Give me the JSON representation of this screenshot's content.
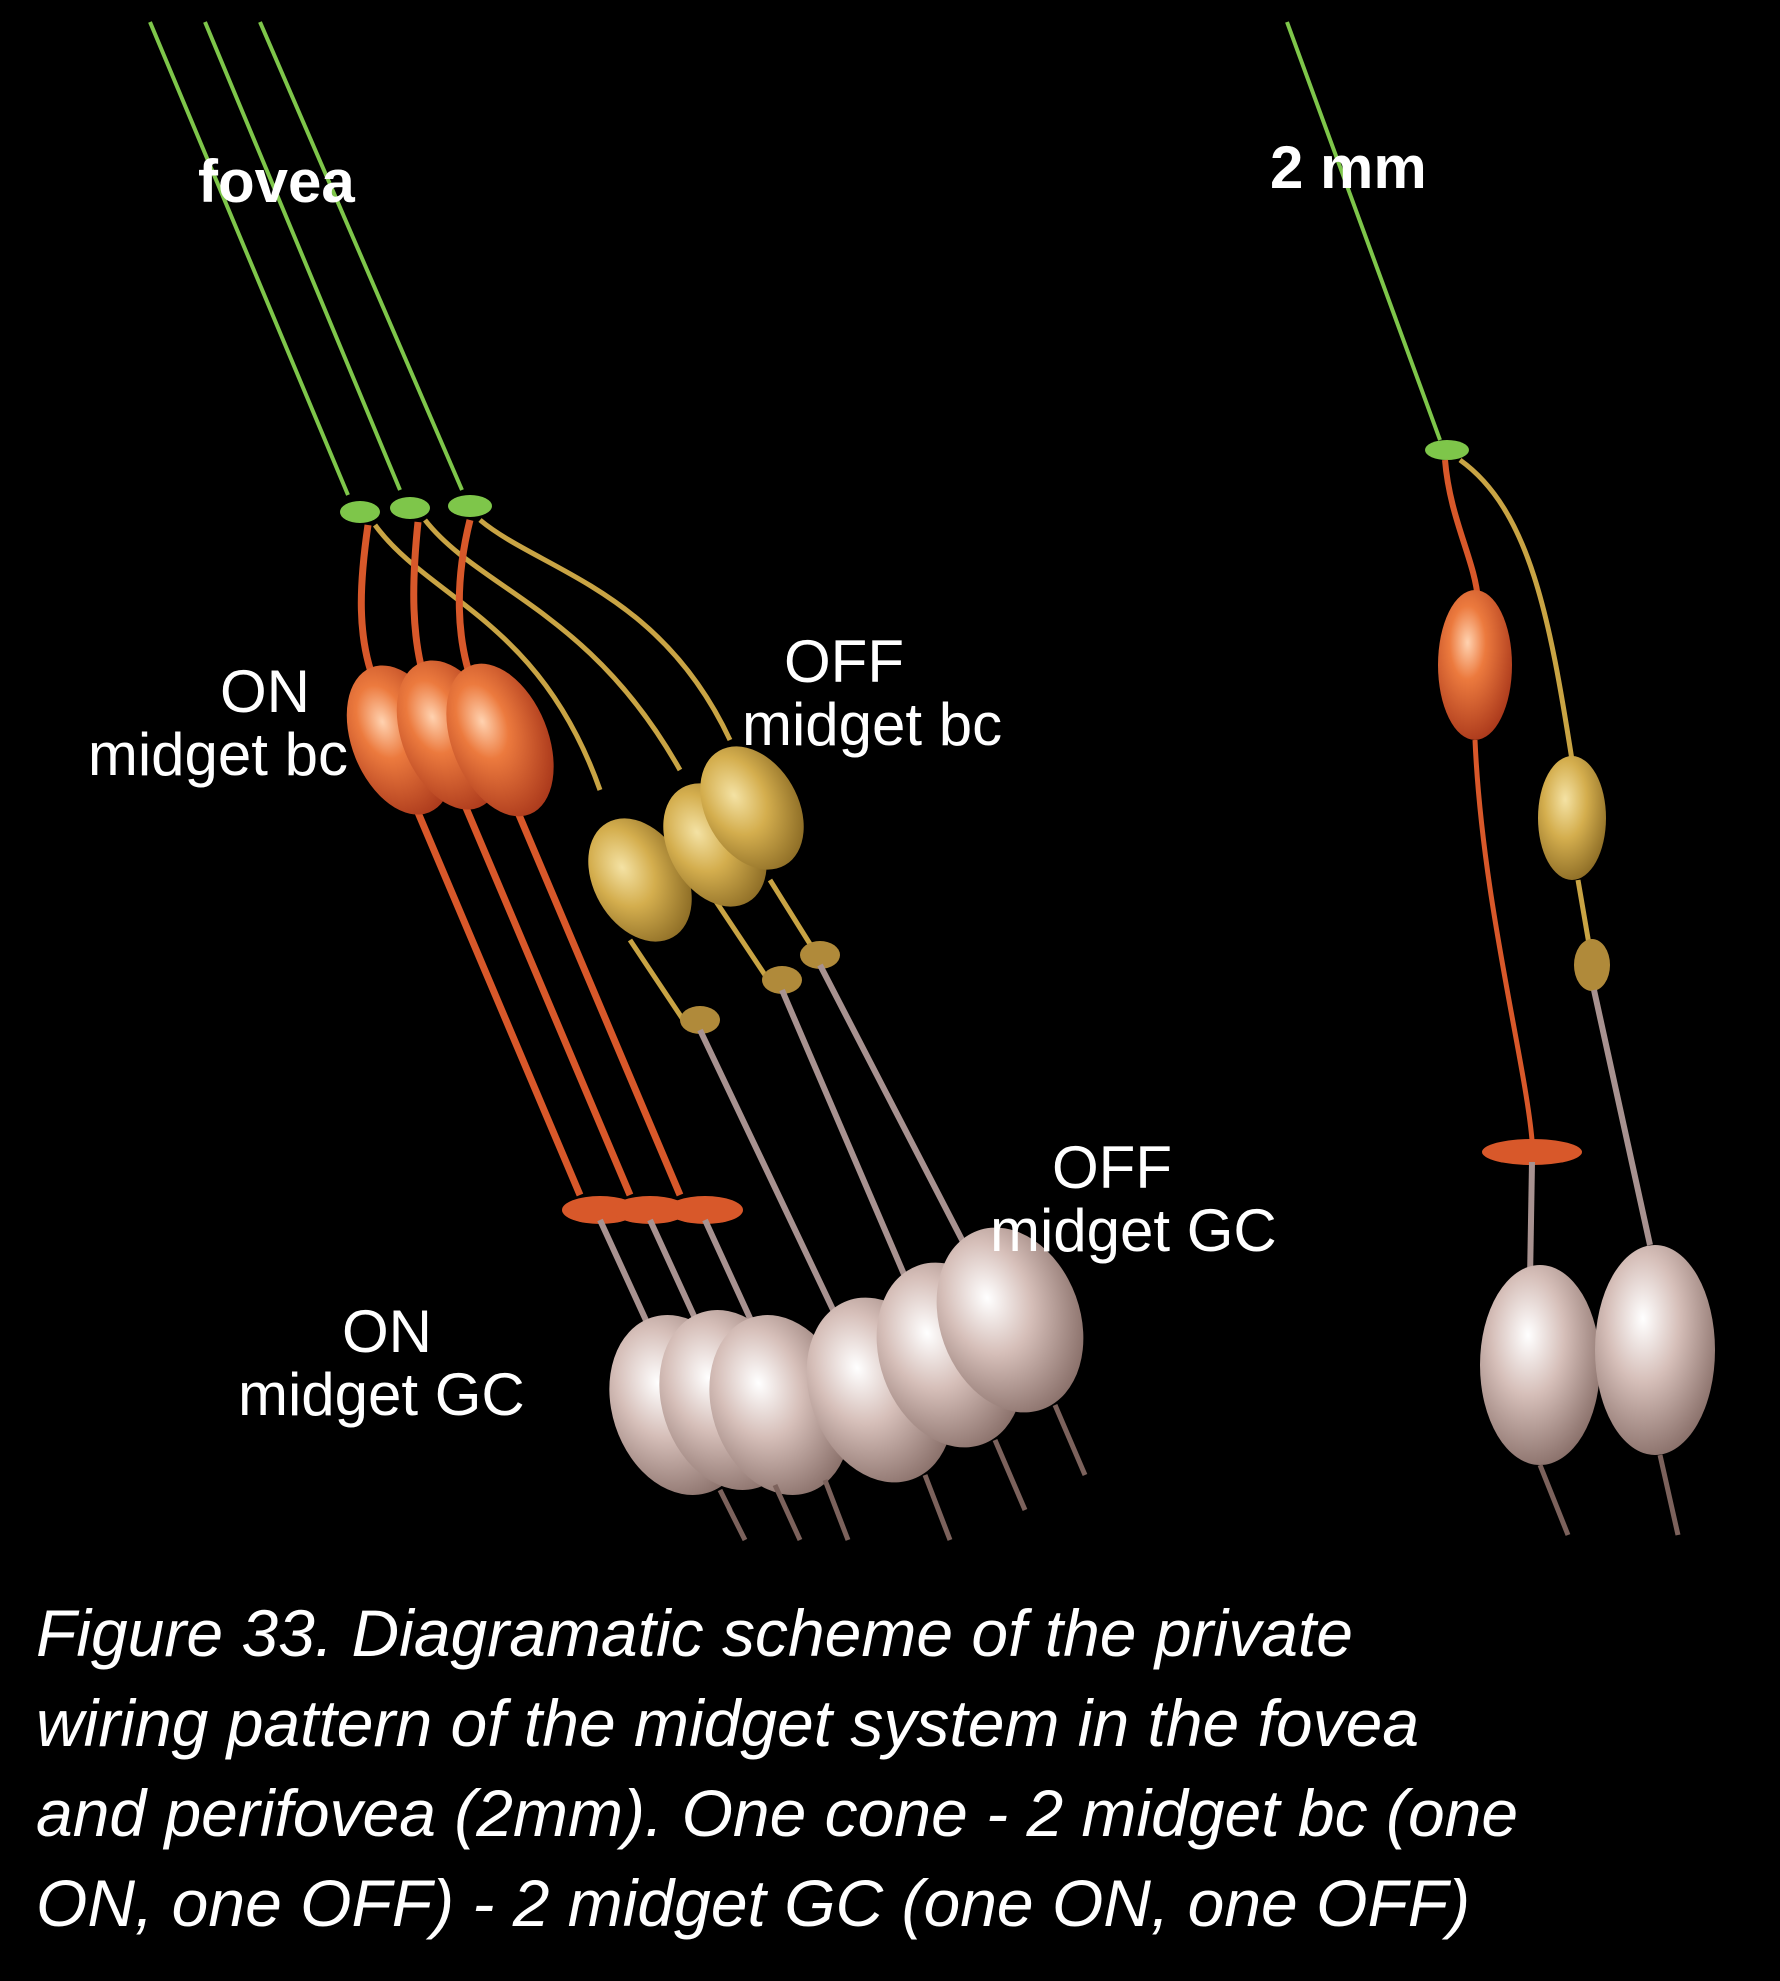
{
  "labels": {
    "fovea": "fovea",
    "two_mm": "2 mm",
    "on_midget_bc": [
      "ON",
      "midget bc"
    ],
    "off_midget_bc": [
      "OFF",
      "midget bc"
    ],
    "off_midget_gc": [
      "OFF",
      "midget GC"
    ],
    "on_midget_gc": [
      "ON",
      "midget GC"
    ]
  },
  "caption": [
    "Figure 33.  Diagramatic scheme of the private",
    "wiring pattern of the midget system in  the fovea",
    "and perifovea  (2mm). One cone - 2 midget bc (one",
    "ON, one OFF) - 2 midget GC (one ON, one OFF)"
  ],
  "colors": {
    "background": "#000000",
    "cone_axon": "#7ec64a",
    "on_bipolar": "#e0622e",
    "off_bipolar": "#d4ae4e",
    "ganglion": "#c8aea8",
    "text": "#ffffff"
  }
}
